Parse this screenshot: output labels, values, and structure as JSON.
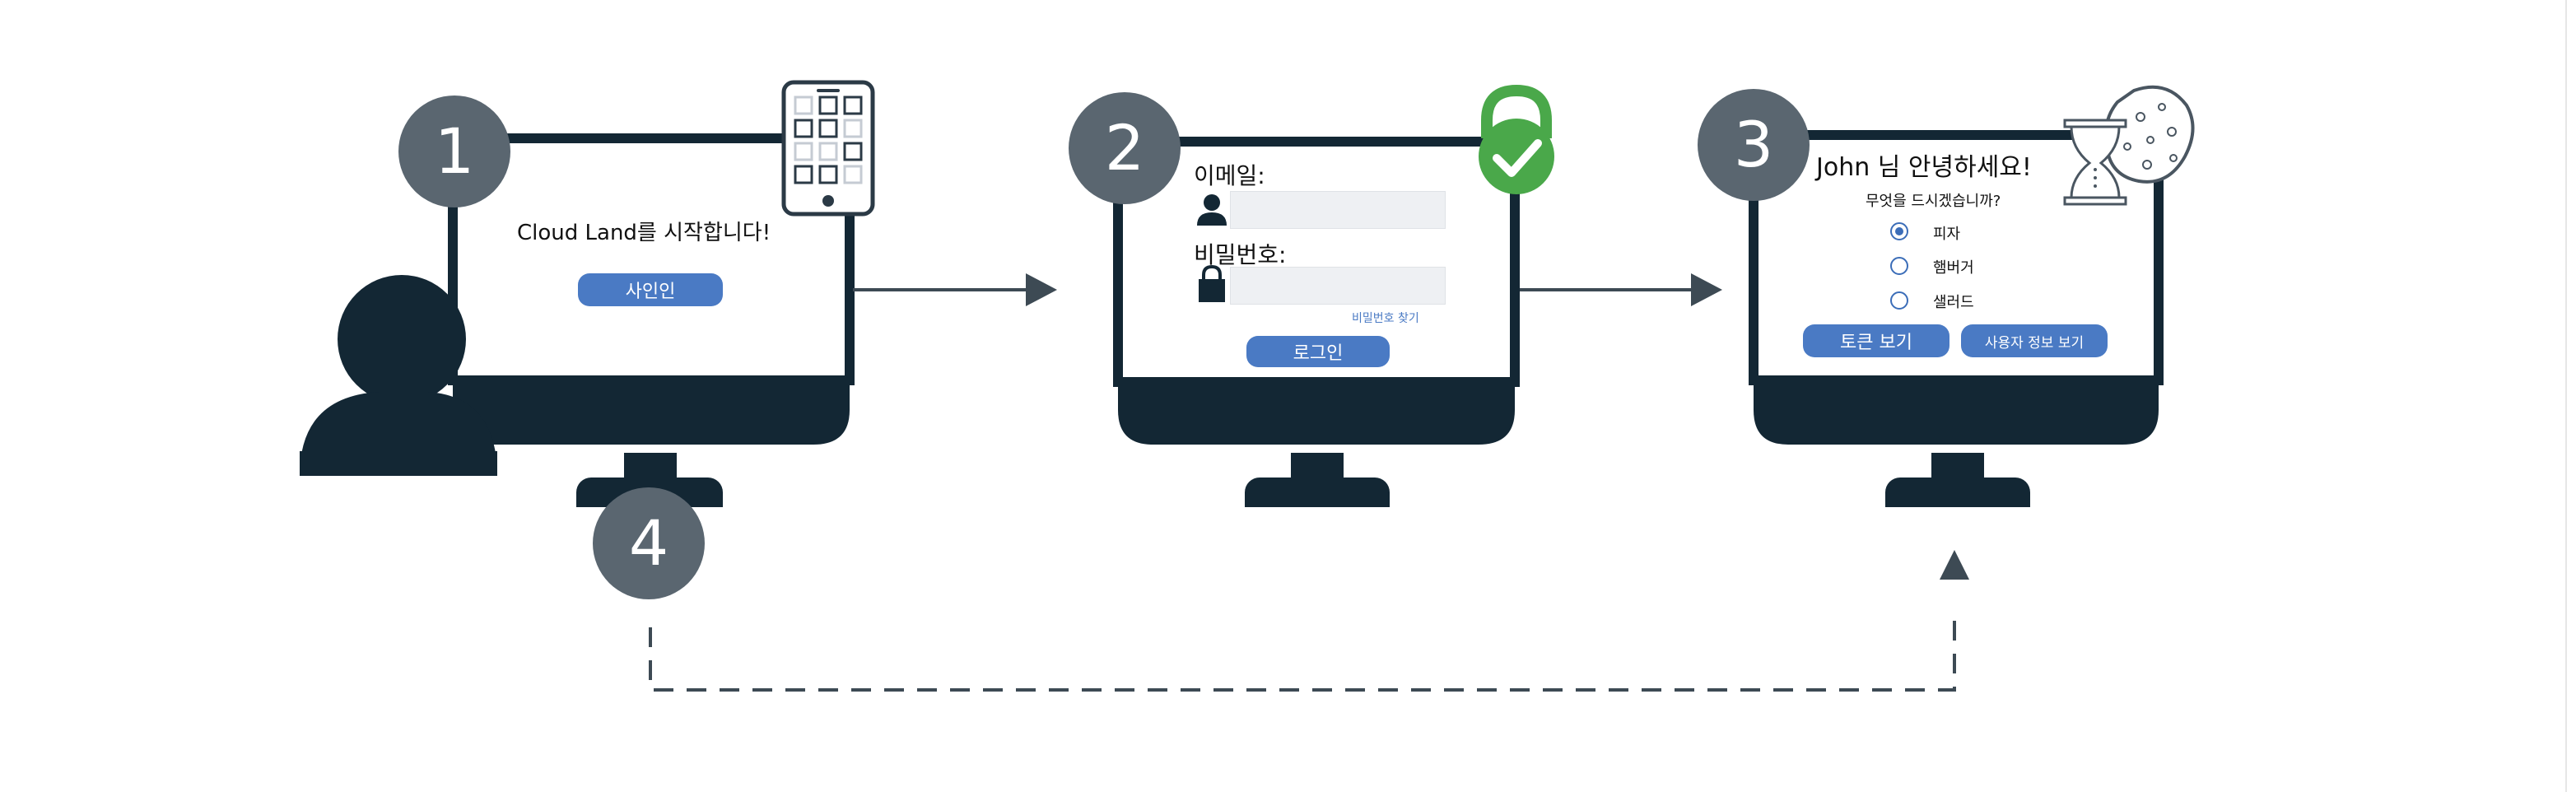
{
  "steps": {
    "step1": {
      "number": "1",
      "heading": "Cloud Land를 시작합니다!",
      "signin_button": "사인인"
    },
    "step2": {
      "number": "2",
      "email_label": "이메일:",
      "password_label": "비밀번호:",
      "forgot_link": "비밀번호 찾기",
      "login_button": "로그인"
    },
    "step3": {
      "number": "3",
      "greeting": "John 님 안녕하세요!",
      "question": "무엇을 드시겠습니까?",
      "options": [
        "피자",
        "햄버거",
        "샐러드"
      ],
      "selected_option": "피자",
      "view_token_button": "토큰 보기",
      "view_profile_button": "사용자 정보 보기"
    },
    "step4": {
      "number": "4"
    }
  },
  "icons": {
    "step1": "phone-authenticator-icon",
    "step2": "padlock-check-icon",
    "step3": "hourglass-cookie-icon",
    "user": "user-silhouette-icon",
    "email": "person-icon",
    "password": "lock-icon"
  },
  "colors": {
    "monitor": "#132734",
    "badge": "#5a6670",
    "button": "#4a7ac4",
    "success": "#4aa84a",
    "arrow": "#3d4a54"
  }
}
